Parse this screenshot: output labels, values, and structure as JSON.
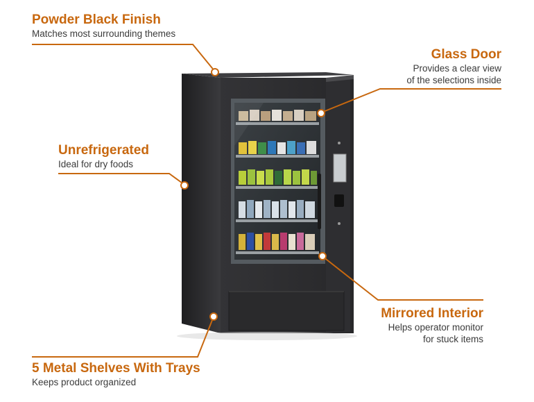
{
  "callouts": {
    "powder_black": {
      "title": "Powder Black Finish",
      "subtitle": "Matches most surrounding themes"
    },
    "glass_door": {
      "title": "Glass Door",
      "subtitle_line1": "Provides a clear view",
      "subtitle_line2": "of the selections inside"
    },
    "unrefrigerated": {
      "title": "Unrefrigerated",
      "subtitle": "Ideal for dry foods"
    },
    "mirrored_interior": {
      "title": "Mirrored Interior",
      "subtitle_line1": "Helps operator monitor",
      "subtitle_line2": "for stuck items"
    },
    "shelves": {
      "title": "5 Metal Shelves With Trays",
      "subtitle": "Keeps product organized"
    }
  },
  "colors": {
    "accent": "#c8680f",
    "cabinet": "#2b2b2d",
    "text": "#3a3a3a"
  },
  "icons": {
    "keypad": "keypad-icon",
    "card_reader": "card-reader-icon",
    "screen": "display-screen-icon"
  }
}
